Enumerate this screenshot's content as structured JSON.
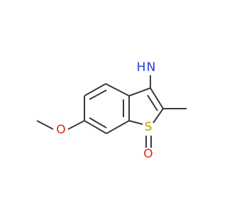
{
  "molecule": {
    "atoms": {
      "amine_N": {
        "symbol": "N",
        "hydrogens": "H",
        "color": "#2a3bd4"
      },
      "sulfur_S": {
        "symbol": "S",
        "color": "#b8a100"
      },
      "oxide_O": {
        "symbol": "O",
        "color": "#e3231a"
      },
      "methoxy_O": {
        "symbol": "O",
        "color": "#e3231a"
      }
    },
    "bond_color": "#3b3b3b"
  }
}
